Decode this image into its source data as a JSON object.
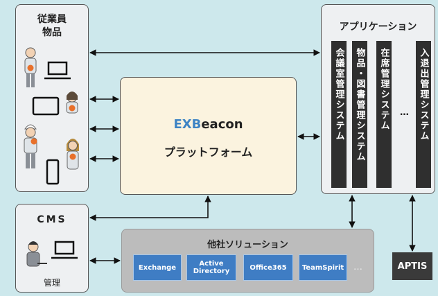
{
  "employees": {
    "title_line1": "従業員",
    "title_line2": "物品"
  },
  "cms": {
    "title": "CMS",
    "subtitle": "管理"
  },
  "platform": {
    "logo_part1": "EXB",
    "logo_part2": "eacon",
    "subtitle": "プラットフォーム"
  },
  "applications": {
    "title": "アプリケーション",
    "items": [
      "会議室管理システム",
      "物品・図書管理システム",
      "在席管理システム",
      "入退出管理システム"
    ],
    "ellipsis": "…"
  },
  "other_solutions": {
    "title": "他社ソリューション",
    "items": [
      "Exchange",
      "Active Directory",
      "Office365",
      "TeamSpirit"
    ],
    "ellipsis": "…"
  },
  "aptis": {
    "label": "APTIS"
  },
  "colors": {
    "beacon_dot": "#e8702a",
    "accent_blue": "#3d83c4",
    "solution_blue": "#3f7dc4"
  }
}
